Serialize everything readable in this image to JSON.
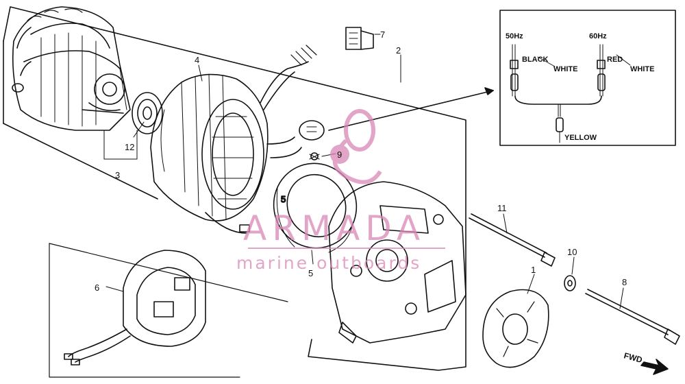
{
  "callouts": [
    {
      "id": "1",
      "text": "1"
    },
    {
      "id": "2",
      "text": "2"
    },
    {
      "id": "3",
      "text": "3"
    },
    {
      "id": "4",
      "text": "4"
    },
    {
      "id": "5",
      "text": "5"
    },
    {
      "id": "6",
      "text": "6"
    },
    {
      "id": "7",
      "text": "7"
    },
    {
      "id": "8",
      "text": "8"
    },
    {
      "id": "9",
      "text": "9"
    },
    {
      "id": "10",
      "text": "10"
    },
    {
      "id": "11",
      "text": "11"
    },
    {
      "id": "12",
      "text": "12"
    }
  ],
  "wiring_inset": {
    "freq_50": "50Hz",
    "freq_60": "60Hz",
    "wire_black": "BLACK",
    "wire_white_1": "WHITE",
    "wire_red": "RED",
    "wire_white_2": "WHITE",
    "wire_yellow": "YELLOW"
  },
  "direction_label": "FWD",
  "watermark": {
    "title": "ARMADA",
    "subtitle": "marine outboards",
    "color": "#d987b6"
  }
}
